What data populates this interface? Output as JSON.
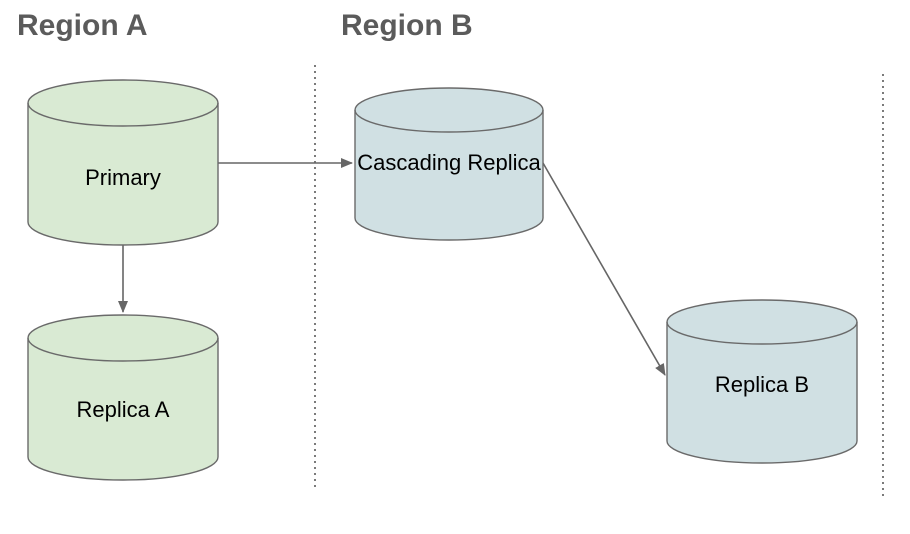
{
  "regions": {
    "region_a": {
      "label": "Region A"
    },
    "region_b": {
      "label": "Region B"
    }
  },
  "nodes": {
    "primary": {
      "label": "Primary",
      "region": "Region A",
      "fill": "#d9ead3"
    },
    "replica_a": {
      "label": "Replica A",
      "region": "Region A",
      "fill": "#d9ead3"
    },
    "cascading_replica": {
      "label": "Cascading Replica",
      "region": "Region B",
      "fill": "#d0e0e3"
    },
    "replica_b": {
      "label": "Replica B",
      "region": "Region B",
      "fill": "#d0e0e3"
    }
  },
  "edges": [
    {
      "from": "Primary",
      "to": "Cascading Replica"
    },
    {
      "from": "Primary",
      "to": "Replica A"
    },
    {
      "from": "Cascading Replica",
      "to": "Replica B"
    }
  ],
  "colors": {
    "background": "#ffffff",
    "node_border": "#6a6a6a",
    "connector": "#666666",
    "divider": "#5a5a5a",
    "heading_text": "#5b5b5b",
    "node_text": "#000000"
  }
}
